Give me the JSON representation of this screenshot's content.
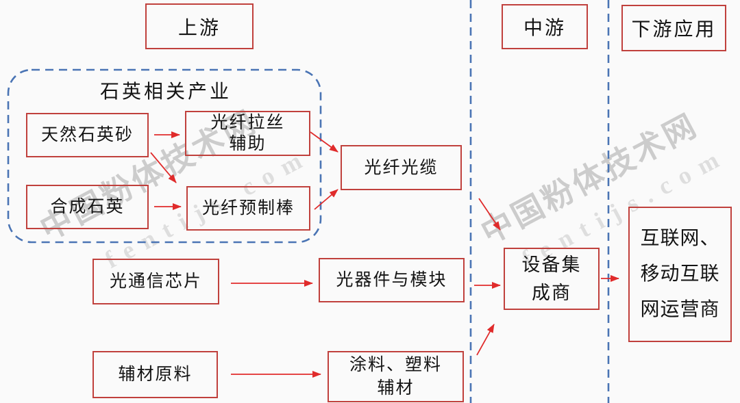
{
  "headers": {
    "upstream": {
      "label": "上游"
    },
    "midstream": {
      "label": "中游"
    },
    "downstream": {
      "label": "下游应用"
    }
  },
  "group": {
    "label": "石英相关产业"
  },
  "nodes": {
    "natural_quartz_sand": {
      "lines": [
        "天然石英砂"
      ]
    },
    "fiber_drawing_aux": {
      "lines": [
        "光纤拉丝",
        "辅助"
      ]
    },
    "synthetic_quartz": {
      "lines": [
        "合成石英"
      ]
    },
    "fiber_preform": {
      "lines": [
        "光纤预制棒"
      ]
    },
    "fiber_optic_cable": {
      "lines": [
        "光纤光缆"
      ]
    },
    "optical_comm_chip": {
      "lines": [
        "光通信芯片"
      ]
    },
    "optical_devices_modules": {
      "lines": [
        "光器件与模块"
      ]
    },
    "aux_raw_materials": {
      "lines": [
        "辅材原料"
      ]
    },
    "coating_plastic_aux": {
      "lines": [
        "涂料、塑料",
        "辅材"
      ]
    },
    "equipment_integrator": {
      "lines": [
        "设备集",
        "成商"
      ]
    },
    "internet_operators": {
      "lines": [
        "互联网、",
        "移动互联",
        "网运营商"
      ]
    }
  },
  "watermark": {
    "cn": "中国粉体技术网",
    "en": "fentijs.com"
  },
  "colors": {
    "background": "#fafafa",
    "box_border": "#c0403c",
    "arrow": "#e02b2b",
    "divider_blue": "#4a74b4",
    "text": "#141414",
    "watermark_cn": "#a8a8a8",
    "watermark_en": "#c4c4c4"
  }
}
